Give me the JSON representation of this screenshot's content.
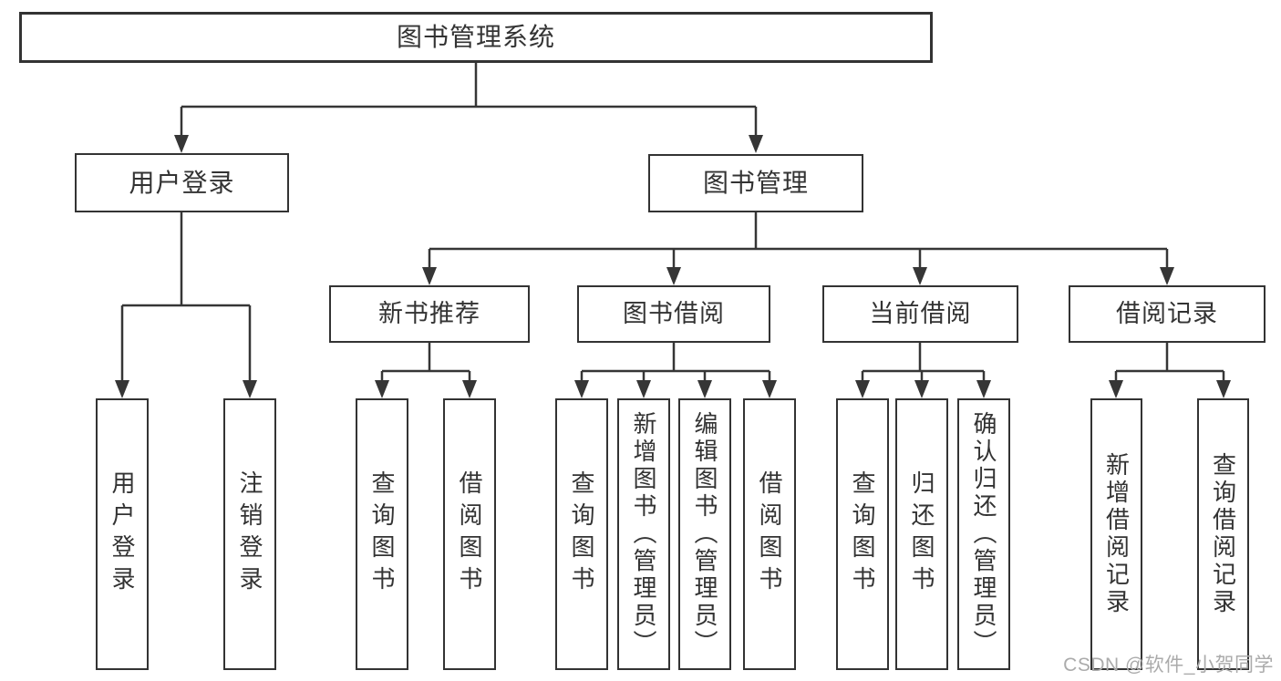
{
  "diagram": {
    "title": "图书管理系统",
    "colors": {
      "line": "#363636",
      "border": "#333333",
      "text": "#333333",
      "background": "#ffffff",
      "watermark": "#ababab"
    },
    "tree": {
      "root": {
        "label": "图书管理系统"
      },
      "level2": [
        {
          "label": "用户登录"
        },
        {
          "label": "图书管理"
        }
      ],
      "level3": [
        {
          "label": "新书推荐",
          "parent": "图书管理"
        },
        {
          "label": "图书借阅",
          "parent": "图书管理"
        },
        {
          "label": "当前借阅",
          "parent": "图书管理"
        },
        {
          "label": "借阅记录",
          "parent": "图书管理"
        }
      ],
      "leaves": [
        {
          "label": "用户登录",
          "parent": "用户登录"
        },
        {
          "label": "注销登录",
          "parent": "用户登录"
        },
        {
          "label": "查询图书",
          "parent": "新书推荐"
        },
        {
          "label": "借阅图书",
          "parent": "新书推荐"
        },
        {
          "label": "查询图书",
          "parent": "图书借阅"
        },
        {
          "label": "新增图书（管理员）",
          "parent": "图书借阅"
        },
        {
          "label": "编辑图书（管理员）",
          "parent": "图书借阅"
        },
        {
          "label": "借阅图书",
          "parent": "图书借阅"
        },
        {
          "label": "查询图书",
          "parent": "当前借阅"
        },
        {
          "label": "归还图书",
          "parent": "当前借阅"
        },
        {
          "label": "确认归还（管理员）",
          "parent": "当前借阅"
        },
        {
          "label": "新增借阅记录",
          "parent": "借阅记录"
        },
        {
          "label": "查询借阅记录",
          "parent": "借阅记录"
        }
      ]
    }
  },
  "watermark": {
    "text": "CSDN @软件_小贺同学"
  }
}
